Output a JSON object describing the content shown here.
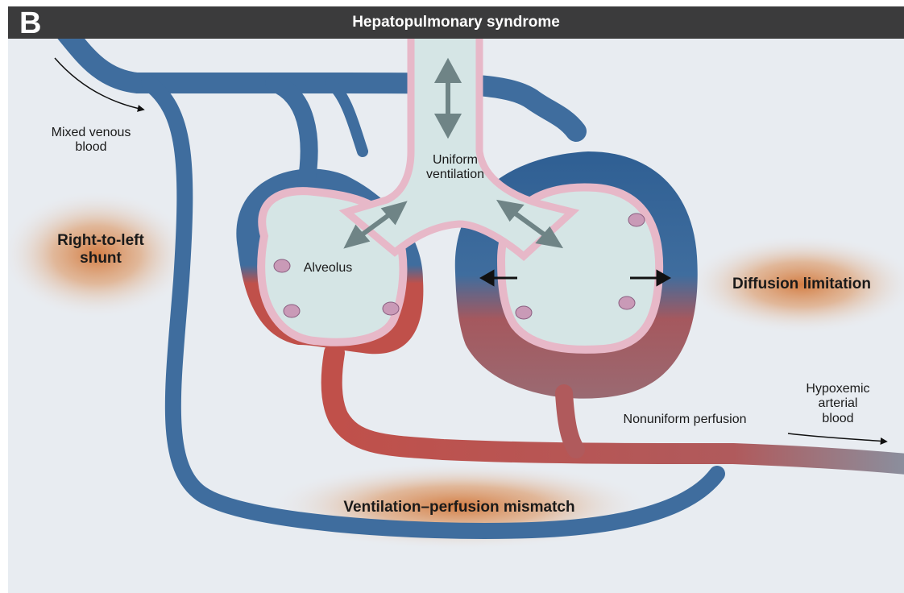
{
  "panel_letter": "B",
  "title": "Hepatopulmonary syndrome",
  "labels": {
    "mixed_venous_line1": "Mixed venous",
    "mixed_venous_line2": "blood",
    "uniform_line1": "Uniform",
    "uniform_line2": "ventilation",
    "right_to_left_line1": "Right-to-left",
    "right_to_left_line2": "shunt",
    "alveolus": "Alveolus",
    "diffusion_limitation": "Diffusion limitation",
    "hypoxemic_line1": "Hypoxemic",
    "hypoxemic_line2": "arterial",
    "hypoxemic_line3": "blood",
    "nonuniform_perfusion": "Nonuniform perfusion",
    "vq_mismatch": "Ventilation–perfusion mismatch"
  },
  "colors": {
    "header_bg": "#3b3b3c",
    "background": "#e8ecf1",
    "venous_blue": "#3f6d9e",
    "arterial_red": "#c0504a",
    "mixed_gray": "#8a8f9e",
    "alveolar_air": "#d5e5e5",
    "membrane_pink": "#e7b8c8",
    "orange_glow": "#d2783c",
    "arrow_gray": "#6f8486"
  }
}
